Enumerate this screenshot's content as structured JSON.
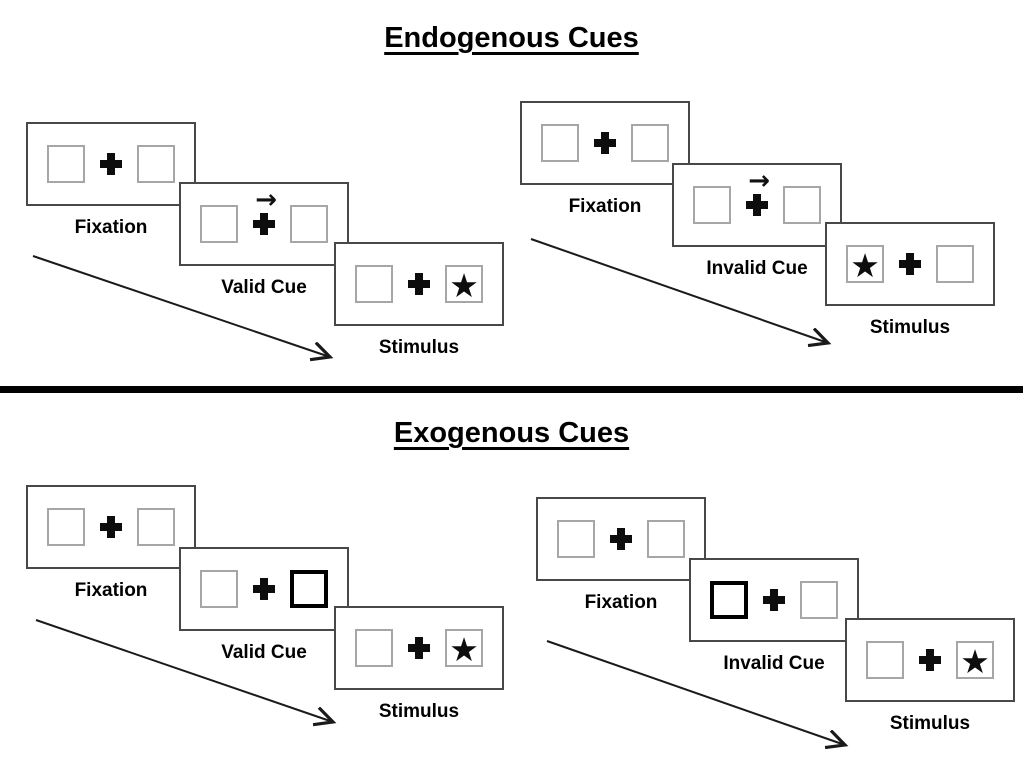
{
  "titles": {
    "endogenous": "Endogenous Cues",
    "exogenous": "Exogenous Cues"
  },
  "colors": {
    "screen_border": "#484848",
    "box_border": "#a6a6a6",
    "highlight_box_border": "#000000",
    "ink": "#0d0d0d",
    "divider": "#000000"
  },
  "glyphs": {
    "star": "★",
    "cue_arrow": "→"
  },
  "groups": {
    "endo_valid": {
      "fixation": {
        "label": "Fixation",
        "cue": "",
        "left_cls": "sq",
        "left_glyph": "",
        "right_cls": "sq",
        "right_glyph": ""
      },
      "cue": {
        "label": "Valid Cue",
        "cue": "→",
        "left_cls": "sq",
        "left_glyph": "",
        "right_cls": "sq",
        "right_glyph": ""
      },
      "stimulus": {
        "label": "Stimulus",
        "cue": "",
        "left_cls": "sq",
        "left_glyph": "",
        "right_cls": "sq",
        "right_glyph": "★"
      }
    },
    "endo_invalid": {
      "fixation": {
        "label": "Fixation",
        "cue": "",
        "left_cls": "sq",
        "left_glyph": "",
        "right_cls": "sq",
        "right_glyph": ""
      },
      "cue": {
        "label": "Invalid Cue",
        "cue": "→",
        "left_cls": "sq",
        "left_glyph": "",
        "right_cls": "sq",
        "right_glyph": ""
      },
      "stimulus": {
        "label": "Stimulus",
        "cue": "",
        "left_cls": "sq",
        "left_glyph": "★",
        "right_cls": "sq",
        "right_glyph": ""
      }
    },
    "exo_valid": {
      "fixation": {
        "label": "Fixation",
        "cue": "",
        "left_cls": "sq",
        "left_glyph": "",
        "right_cls": "sq",
        "right_glyph": ""
      },
      "cue": {
        "label": "Valid Cue",
        "cue": "",
        "left_cls": "sq",
        "left_glyph": "",
        "right_cls": "sq thick",
        "right_glyph": ""
      },
      "stimulus": {
        "label": "Stimulus",
        "cue": "",
        "left_cls": "sq",
        "left_glyph": "",
        "right_cls": "sq",
        "right_glyph": "★"
      }
    },
    "exo_invalid": {
      "fixation": {
        "label": "Fixation",
        "cue": "",
        "left_cls": "sq",
        "left_glyph": "",
        "right_cls": "sq",
        "right_glyph": ""
      },
      "cue": {
        "label": "Invalid Cue",
        "cue": "",
        "left_cls": "sq thick",
        "left_glyph": "",
        "right_cls": "sq",
        "right_glyph": ""
      },
      "stimulus": {
        "label": "Stimulus",
        "cue": "",
        "left_cls": "sq",
        "left_glyph": "",
        "right_cls": "sq",
        "right_glyph": "★"
      }
    }
  }
}
